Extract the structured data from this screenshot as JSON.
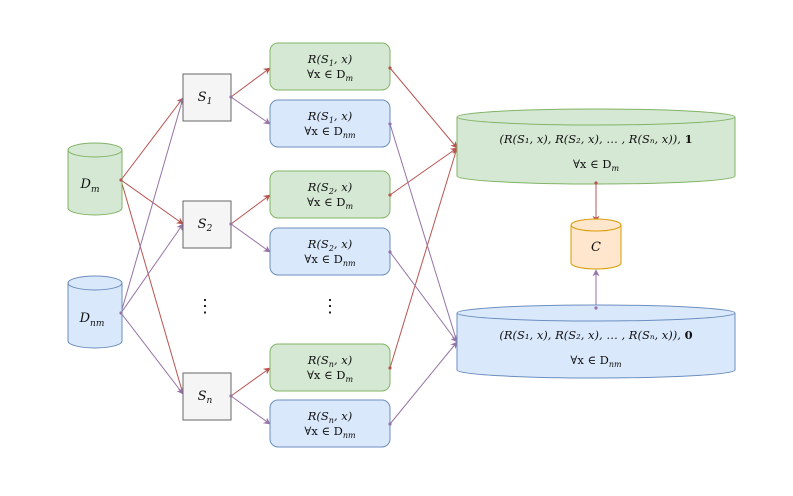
{
  "diagram": {
    "datasets": {
      "d_m": {
        "label": "D",
        "sub": "m"
      },
      "d_nm": {
        "label": "D",
        "sub": "nm"
      }
    },
    "selectors": [
      {
        "label": "S",
        "sub": "1"
      },
      {
        "label": "S",
        "sub": "2"
      },
      {
        "label": "S",
        "sub": "n"
      }
    ],
    "ellipsis": "⋮",
    "results": [
      {
        "line1": "R(S",
        "sub": "1",
        "tail": ", x)",
        "line2": "∀x ∈ D",
        "set_sub": "m"
      },
      {
        "line1": "R(S",
        "sub": "1",
        "tail": ", x)",
        "line2": "∀x ∈ D",
        "set_sub": "nm"
      },
      {
        "line1": "R(S",
        "sub": "2",
        "tail": ", x)",
        "line2": "∀x ∈ D",
        "set_sub": "m"
      },
      {
        "line1": "R(S",
        "sub": "2",
        "tail": ", x)",
        "line2": "∀x ∈ D",
        "set_sub": "nm"
      },
      {
        "line1": "R(S",
        "sub": "n",
        "tail": ", x)",
        "line2": "∀x ∈ D",
        "set_sub": "m"
      },
      {
        "line1": "R(S",
        "sub": "n",
        "tail": ", x)",
        "line2": "∀x ∈ D",
        "set_sub": "nm"
      }
    ],
    "aggregate_m": {
      "tuple": "(R(S₁, x), R(S₂, x), … , R(Sₙ, x)), ",
      "flag": "1",
      "quant": "∀x ∈ D",
      "quant_sub": "m"
    },
    "aggregate_nm": {
      "tuple": "(R(S₁, x), R(S₂, x), … , R(Sₙ, x)), ",
      "flag": "0",
      "quant": "∀x ∈ D",
      "quant_sub": "nm"
    },
    "classifier": {
      "label": "C"
    },
    "colors": {
      "green_fill": "#d5e8d4",
      "green_stroke": "#82b366",
      "blue_fill": "#dae8fc",
      "blue_stroke": "#6c8ebf",
      "orange_fill": "#ffe6cc",
      "orange_stroke": "#d79b00",
      "gray_fill": "#f5f5f5",
      "gray_stroke": "#666666",
      "red_edge": "#b85450",
      "purple_edge": "#9673a6"
    }
  }
}
